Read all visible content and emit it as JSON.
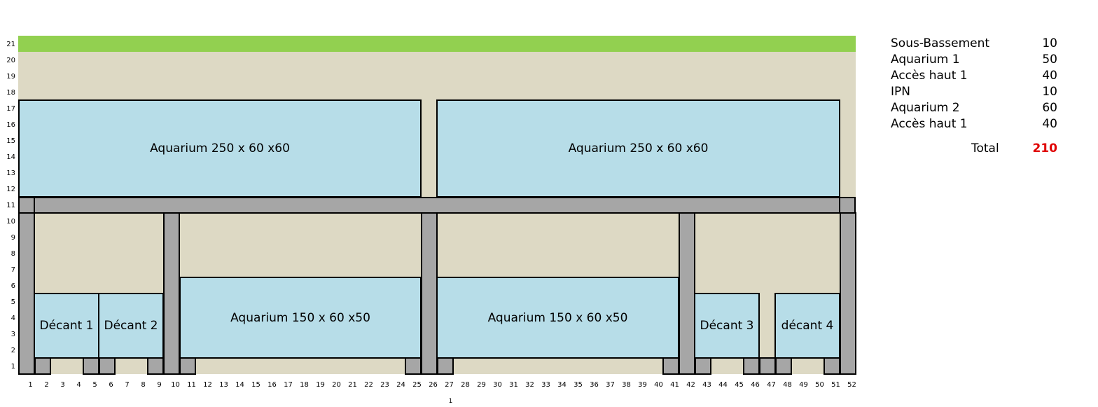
{
  "grid": {
    "row_labels": [
      "21",
      "20",
      "19",
      "18",
      "17",
      "16",
      "15",
      "14",
      "13",
      "12",
      "11",
      "10",
      "9",
      "8",
      "7",
      "6",
      "5",
      "4",
      "3",
      "2",
      "1"
    ],
    "col_labels": [
      "1",
      "2",
      "3",
      "4",
      "5",
      "6",
      "7",
      "8",
      "9",
      "10",
      "11",
      "12",
      "13",
      "14",
      "15",
      "16",
      "17",
      "18",
      "19",
      "20",
      "21",
      "22",
      "23",
      "24",
      "25",
      "26",
      "27",
      "28",
      "29",
      "30",
      "31",
      "32",
      "33",
      "34",
      "35",
      "36",
      "37",
      "38",
      "39",
      "40",
      "41",
      "42",
      "43",
      "44",
      "45",
      "46",
      "47",
      "48",
      "49",
      "50",
      "51",
      "52"
    ],
    "page_number": "1"
  },
  "tanks": {
    "aquarium_top_left": "Aquarium 250 x 60 x60",
    "aquarium_top_right": "Aquarium 250 x 60 x60",
    "aquarium_bottom_left": "Aquarium 150 x 60 x50",
    "aquarium_bottom_right": "Aquarium 150 x 60 x50",
    "decant_1": "Décant 1",
    "decant_2": "Décant 2",
    "decant_3": "Décant 3",
    "decant_4": "décant 4"
  },
  "legend": {
    "items": [
      {
        "label": "Sous-Bassement",
        "value": "10"
      },
      {
        "label": "Aquarium 1",
        "value": "50"
      },
      {
        "label": "Accès haut 1",
        "value": "40"
      },
      {
        "label": "IPN",
        "value": "10"
      },
      {
        "label": "Aquarium 2",
        "value": "60"
      },
      {
        "label": "Accès haut 1",
        "value": "40"
      }
    ],
    "total_label": "Total",
    "total_value": "210",
    "total_color": "#e00000"
  }
}
